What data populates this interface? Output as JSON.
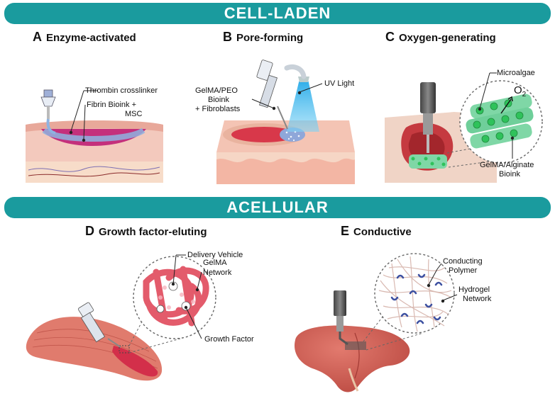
{
  "banners": {
    "top": "CELL-LADEN",
    "middle": "ACELLULAR"
  },
  "panels": {
    "a": {
      "letter": "A",
      "title": "Enzyme-activated",
      "labels": {
        "crosslinker": "Thrombin crosslinker",
        "bioink_1": "Fibrin Bioink +",
        "bioink_2": "MSC"
      }
    },
    "b": {
      "letter": "B",
      "title": "Pore-forming",
      "labels": {
        "bioink_1": "GelMA/PEO",
        "bioink_2": "Bioink",
        "bioink_3": "+ Fibroblasts",
        "uv": "UV Light"
      }
    },
    "c": {
      "letter": "C",
      "title": "Oxygen-generating",
      "labels": {
        "microalgae": "Microalgae",
        "o2": "O",
        "o2_sub": "2",
        "bioink_1": "GelMA/Alginate",
        "bioink_2": "Bioink"
      }
    },
    "d": {
      "letter": "D",
      "title": "Growth factor-eluting",
      "labels": {
        "vehicle": "Delivery Vehicle",
        "network_1": "GelMA",
        "network_2": "Network",
        "gf": "Growth Factor"
      }
    },
    "e": {
      "letter": "E",
      "title": "Conductive",
      "labels": {
        "polymer_1": "Conducting",
        "polymer_2": "Polymer",
        "hydrogel_1": "Hydrogel",
        "hydrogel_2": "Network"
      }
    }
  },
  "colors": {
    "banner": "#1a9b9e",
    "tissue_pink": "#f3c9bd",
    "bioink_magenta": "#c4307c",
    "crosslinker_blue": "#8fb3e0",
    "uv_blue": "#1ea7e8",
    "algae_green": "#2fc25b",
    "muscle_red": "#d9586a",
    "liver_red": "#c9594f",
    "polymer_blue": "#3b4fa0"
  }
}
